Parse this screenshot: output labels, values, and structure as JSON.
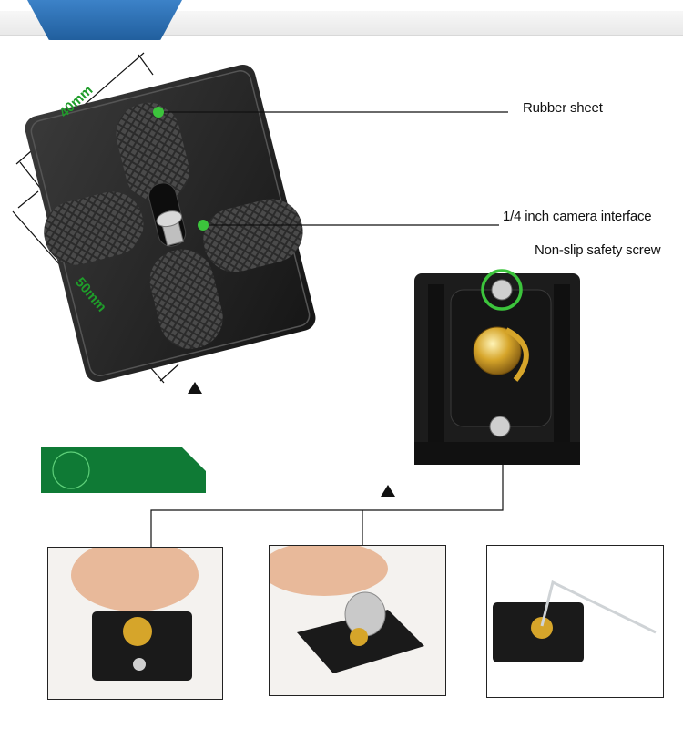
{
  "labels": {
    "dim_width": "40mm",
    "dim_length": "50mm",
    "rubber_sheet": "Rubber sheet",
    "camera_interface": "1/4 inch camera interface",
    "safety_screw": "Non-slip safety screw"
  },
  "colors": {
    "accent_blue": "#2a6fb5",
    "banner_green": "#0f7a35",
    "marker_green": "#3cc43c",
    "dimension_text": "#1f9d2a"
  },
  "icons": {
    "pointer": "triangle-up-icon"
  }
}
